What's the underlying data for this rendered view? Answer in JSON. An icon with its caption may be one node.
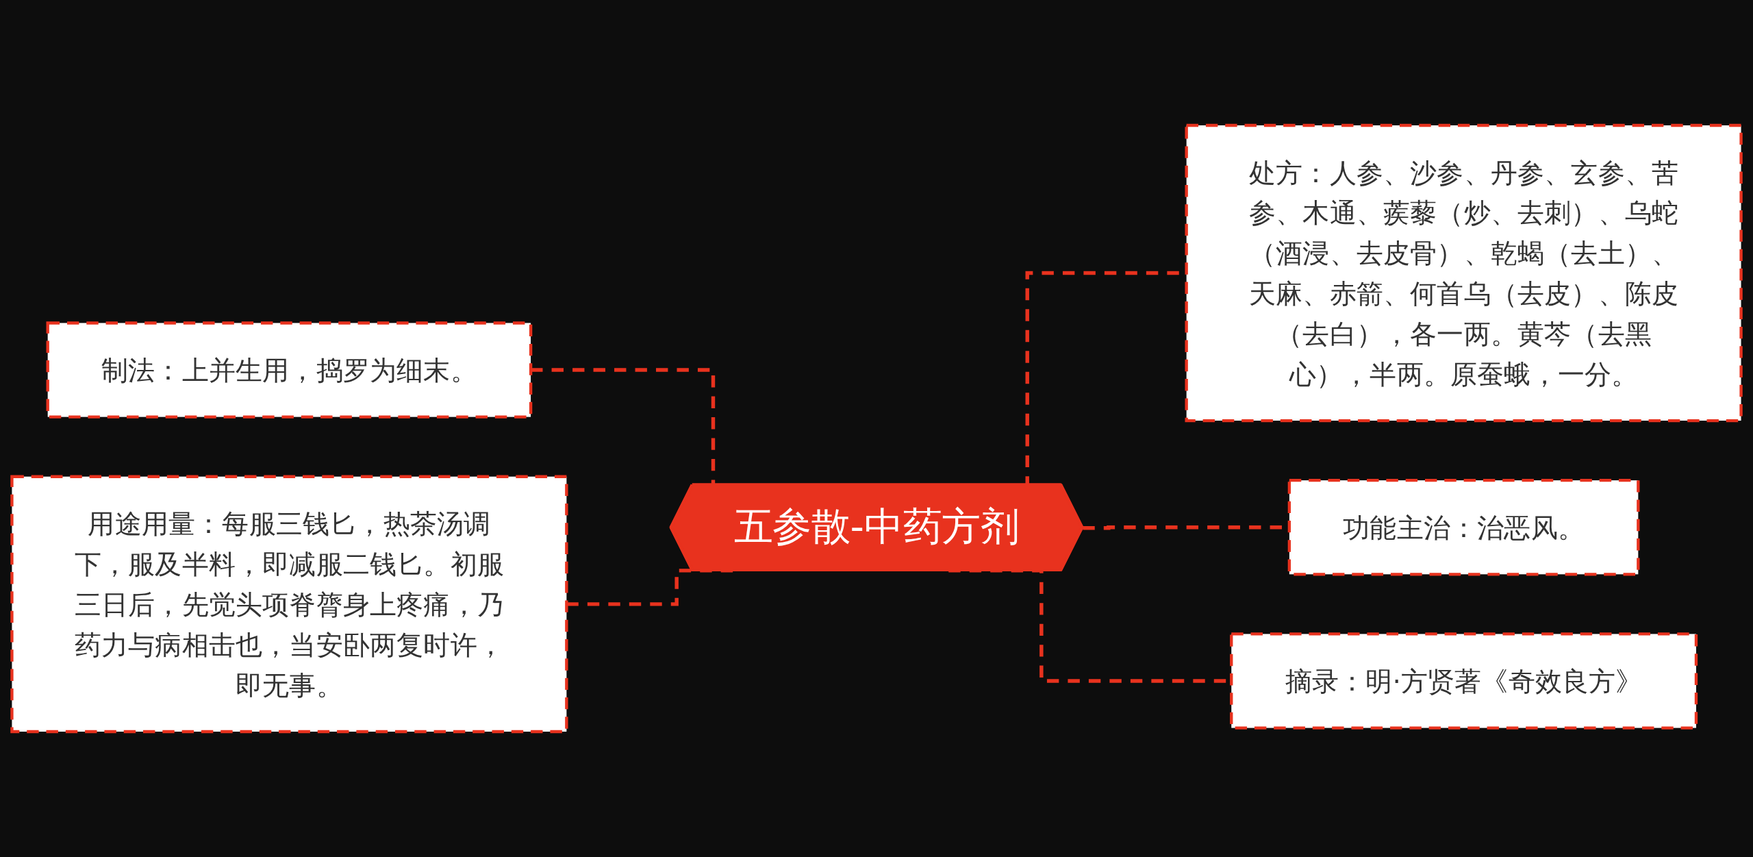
{
  "diagram": {
    "nodes": [
      {
        "text": [
          "五参散-中药方剂"
        ]
      },
      {
        "text": [
          "制法：上并生用，捣罗为细末。"
        ]
      },
      {
        "text": [
          "用途用量：每服三钱匕，热茶汤调下，服及半料，即减服二钱匕。初服三日后，先觉头项脊膂身上疼痛，乃药力与病相击也，当安卧两复时许，即无事。"
        ]
      },
      {
        "text": [
          "处方：人参、沙参、丹参、玄参、苦参、木通、蒺藜（炒、去刺）、乌蛇（酒浸、去皮骨）、乾蝎（去土）、天麻、赤箭、何首乌（去皮）、陈皮（去白），各一两。黄芩（去黑心），半两。原蚕蛾，一分。"
        ]
      },
      {
        "text": [
          "功能主治：治恶风。"
        ]
      },
      {
        "text": [
          "摘录：明·方贤著《奇效良方》"
        ]
      }
    ],
    "edges": [
      {
        "from": 1,
        "to": 0,
        "arrow": "none",
        "style": "dashed"
      },
      {
        "from": 2,
        "to": 0,
        "arrow": "none",
        "style": "dashed"
      },
      {
        "from": 0,
        "to": 3,
        "arrow": "none",
        "style": "dashed"
      },
      {
        "from": 0,
        "to": 4,
        "arrow": "none",
        "style": "dashed"
      },
      {
        "from": 0,
        "to": 5,
        "arrow": "none",
        "style": "dashed"
      }
    ]
  }
}
